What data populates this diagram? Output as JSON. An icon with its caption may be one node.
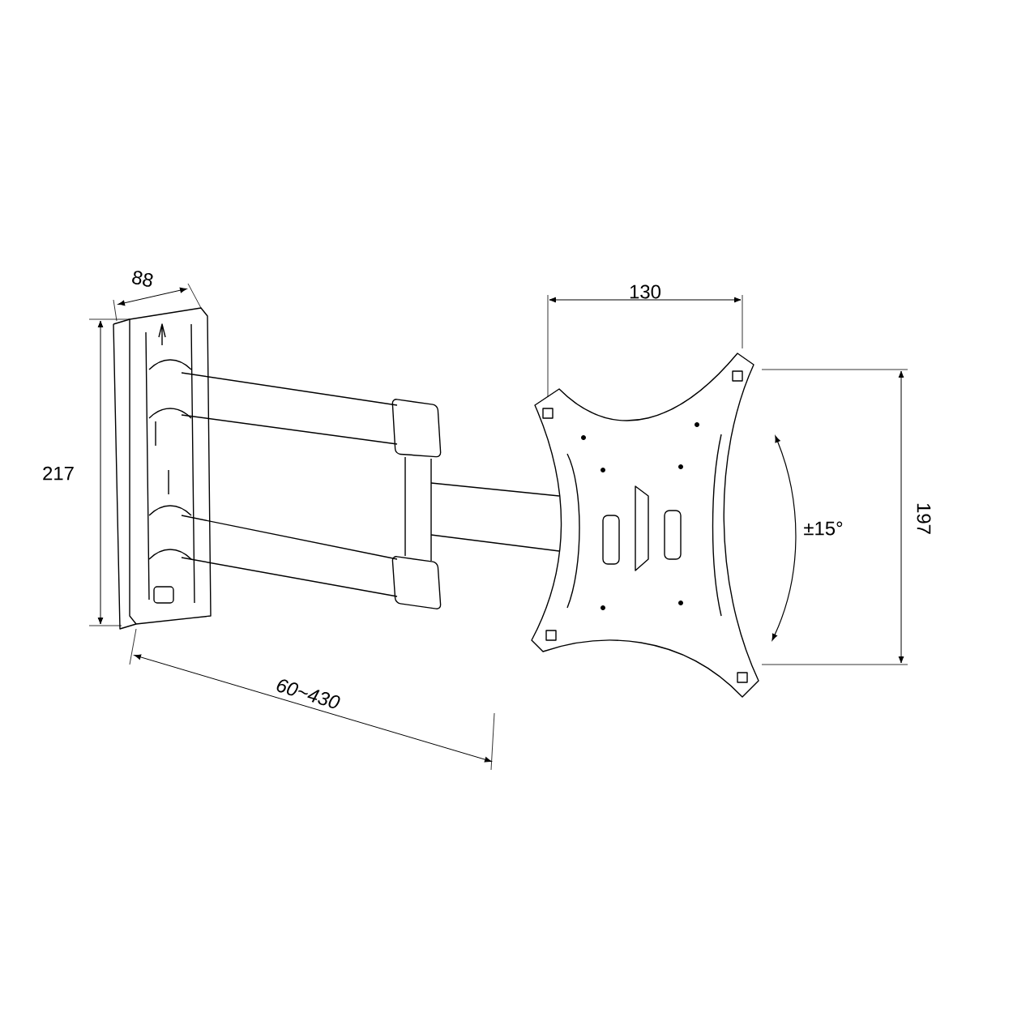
{
  "diagram": {
    "labels": [
      "88",
      "130",
      "217",
      "197",
      "±15°",
      "60~430"
    ]
  }
}
